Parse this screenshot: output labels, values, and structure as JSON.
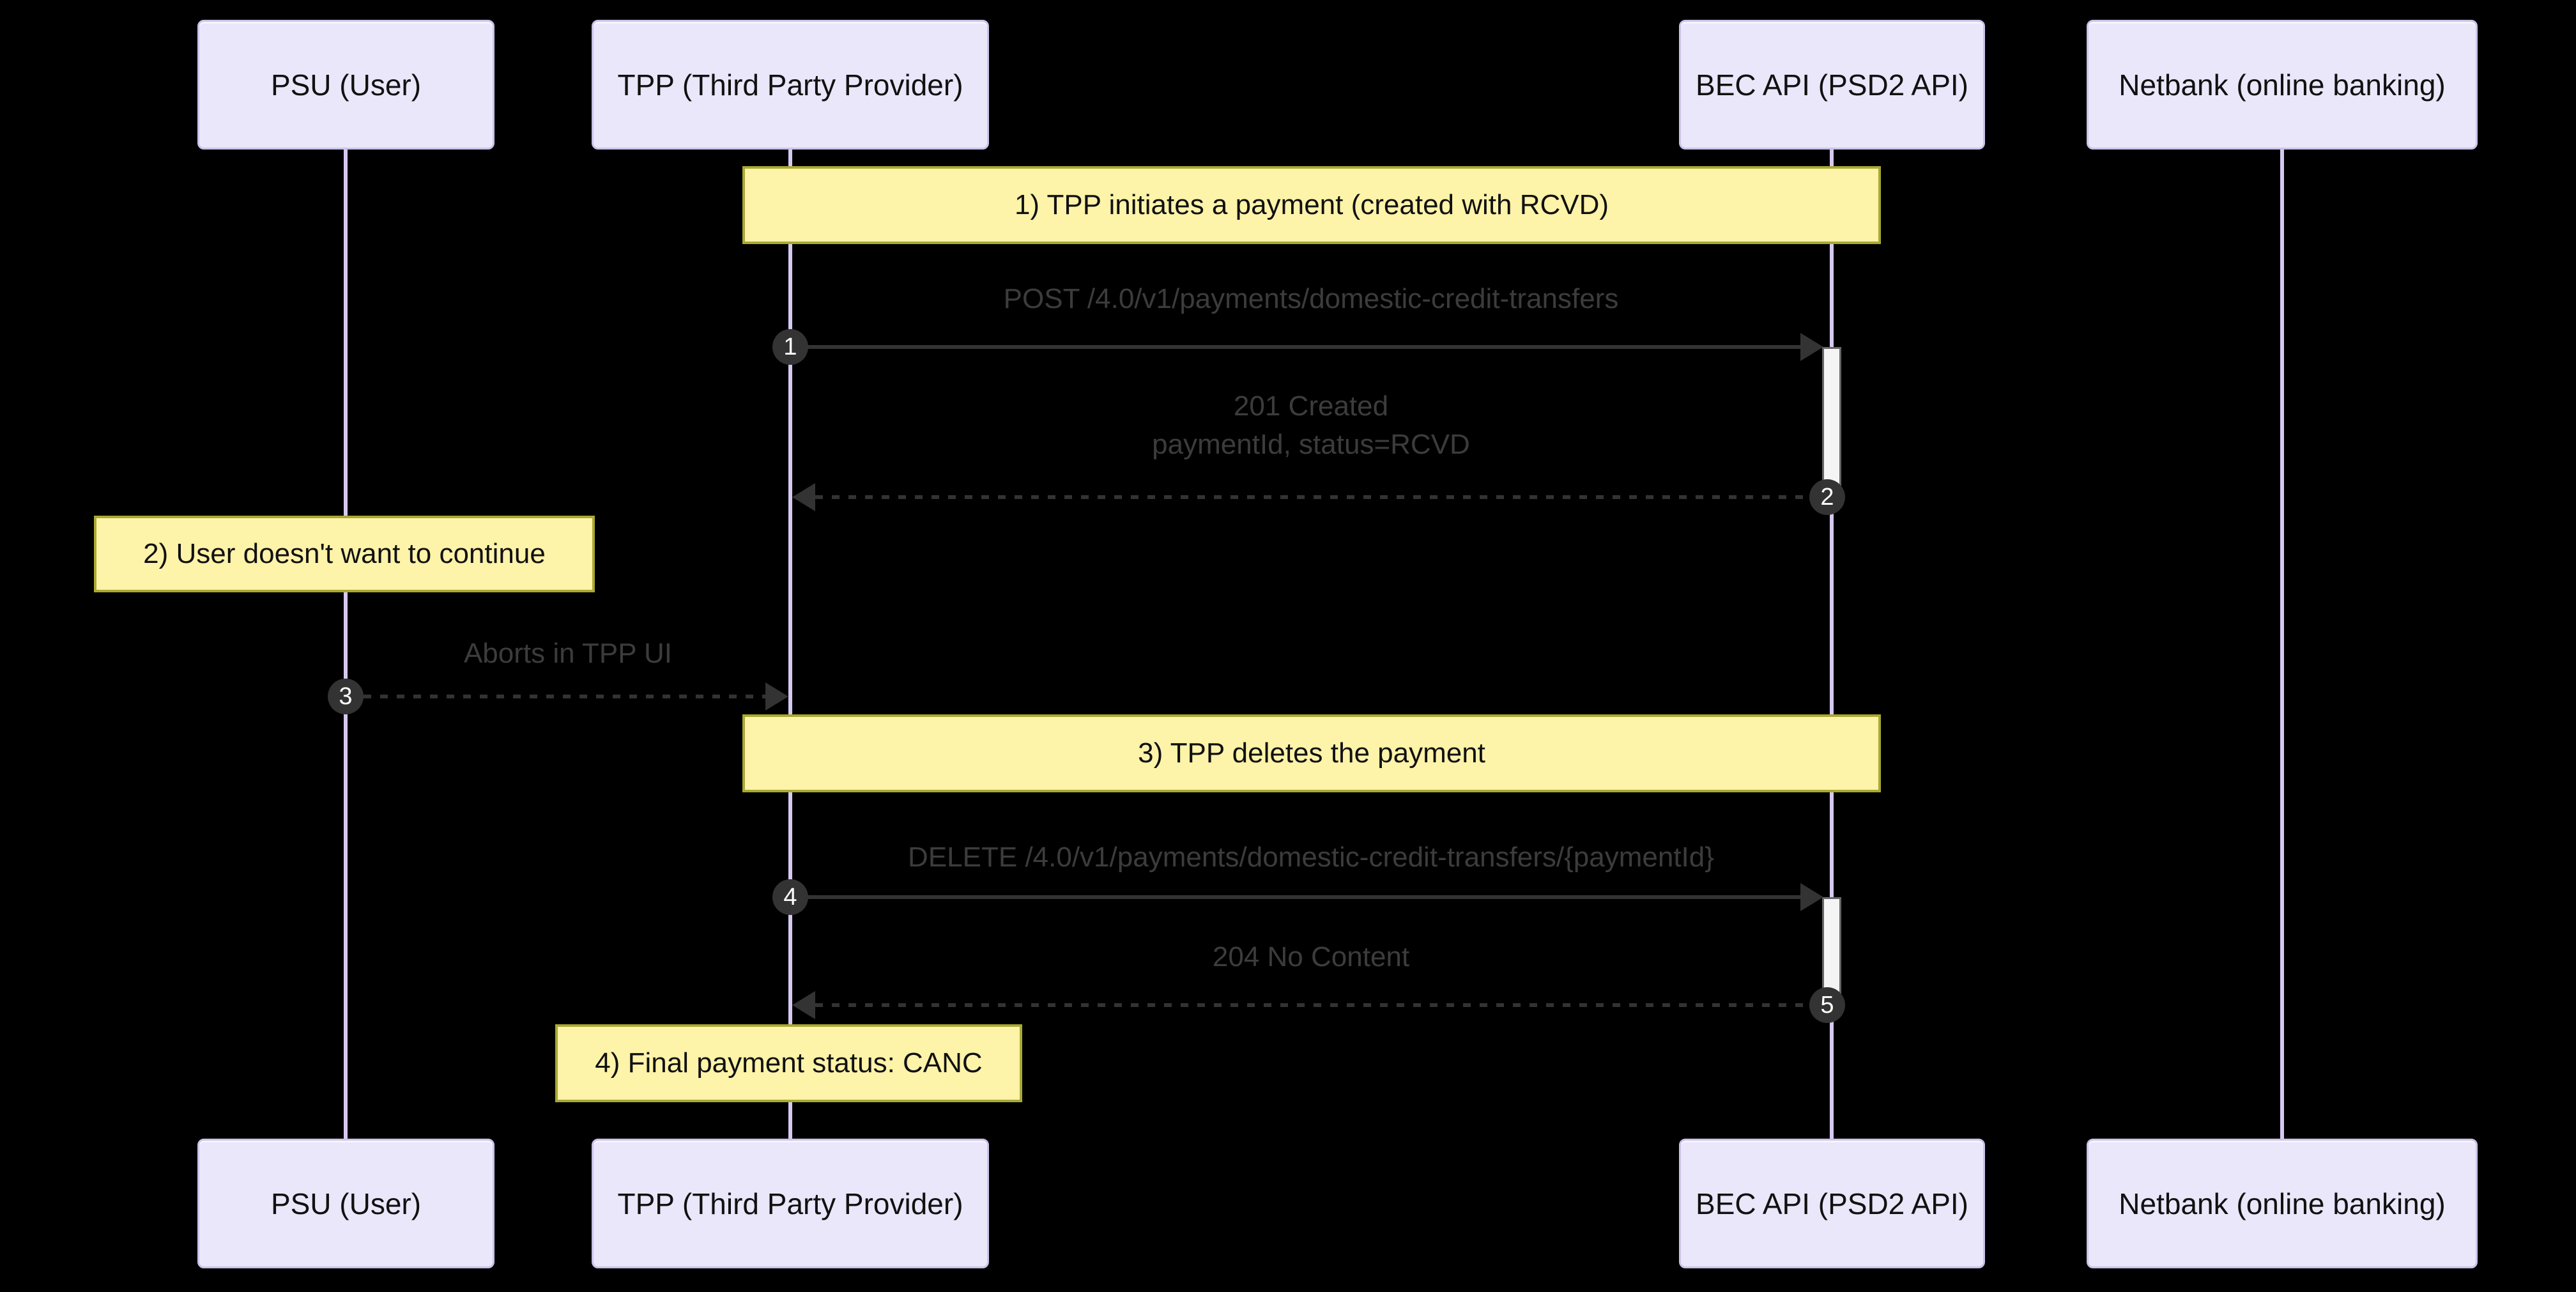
{
  "diagram": {
    "type": "sequence-diagram",
    "participants": [
      {
        "id": "psu",
        "label": "PSU (User)"
      },
      {
        "id": "tpp",
        "label": "TPP (Third Party Provider)"
      },
      {
        "id": "bec",
        "label": "BEC API (PSD2 API)"
      },
      {
        "id": "netbank",
        "label": "Netbank (online banking)"
      }
    ],
    "notes": [
      {
        "label": "1) TPP initiates a payment (created with RCVD)",
        "over": "tpp,bec"
      },
      {
        "label": "2) User doesn't want to continue",
        "over": "psu"
      },
      {
        "label": "3) TPP deletes the payment",
        "over": "tpp,bec"
      },
      {
        "label": "4) Final payment status: CANC",
        "over": "tpp"
      }
    ],
    "messages": [
      {
        "seq": "1",
        "label": "POST /4.0/v1/payments/domestic-credit-transfers",
        "from": "tpp",
        "to": "bec",
        "style": "solid"
      },
      {
        "seq": "2",
        "line1": "201 Created",
        "line2": "paymentId, status=RCVD",
        "from": "bec",
        "to": "tpp",
        "style": "dashed"
      },
      {
        "seq": "3",
        "label": "Aborts in TPP UI",
        "from": "psu",
        "to": "tpp",
        "style": "dashed"
      },
      {
        "seq": "4",
        "label": "DELETE /4.0/v1/payments/domestic-credit-transfers/{paymentId}",
        "from": "tpp",
        "to": "bec",
        "style": "solid"
      },
      {
        "seq": "5",
        "label": "204 No Content",
        "from": "bec",
        "to": "tpp",
        "style": "dashed"
      }
    ],
    "colors": {
      "background": "#000000",
      "actor_fill": "#E9E7F9",
      "actor_border": "#CCC2E8",
      "note_fill": "#FDF3A9",
      "note_border": "#A9A933",
      "message_text": "#3C3C3C",
      "arrow": "#333333",
      "lifeline": "#D6C9F0",
      "seq_badge_fill": "#333333",
      "seq_badge_text": "#FFFFFF",
      "activation_fill": "#F4F4F4",
      "activation_border": "#666666"
    }
  }
}
